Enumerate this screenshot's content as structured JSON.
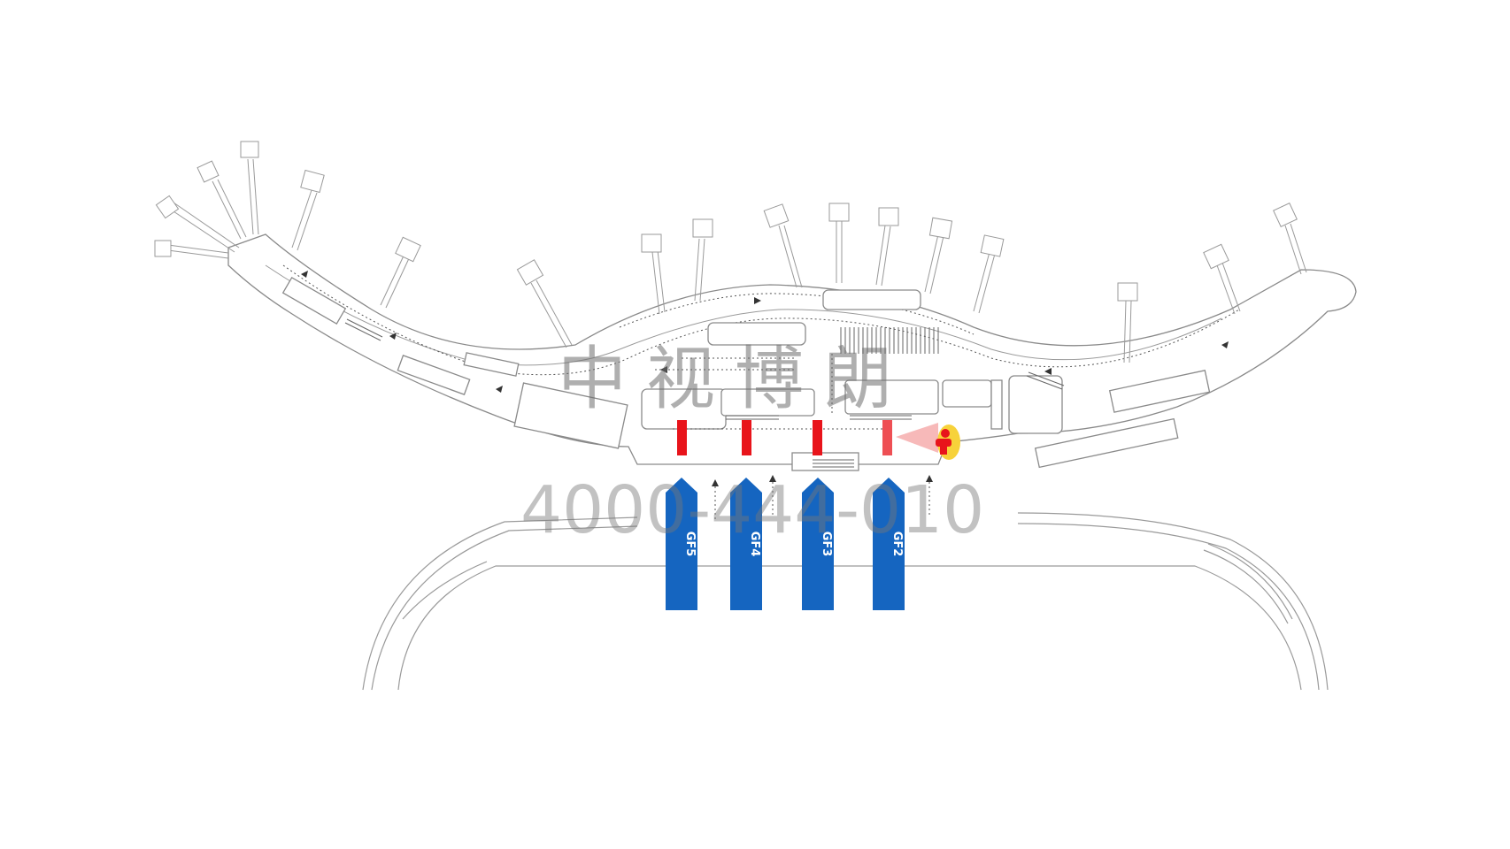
{
  "map": {
    "colors": {
      "entrance_arrow": "#1565c0",
      "ad_marker": "#e8141b",
      "outline": "#8a8a8a",
      "watermark": "#9e9e9e"
    },
    "entrances": [
      {
        "label": "GF5"
      },
      {
        "label": "GF4"
      },
      {
        "label": "GF3"
      },
      {
        "label": "GF2"
      }
    ],
    "ad_markers_count": 4,
    "you_are_here_icon": "person-with-view-cone-icon"
  },
  "watermark": {
    "brand": "中视博朗",
    "phone": "4000-444-010"
  }
}
